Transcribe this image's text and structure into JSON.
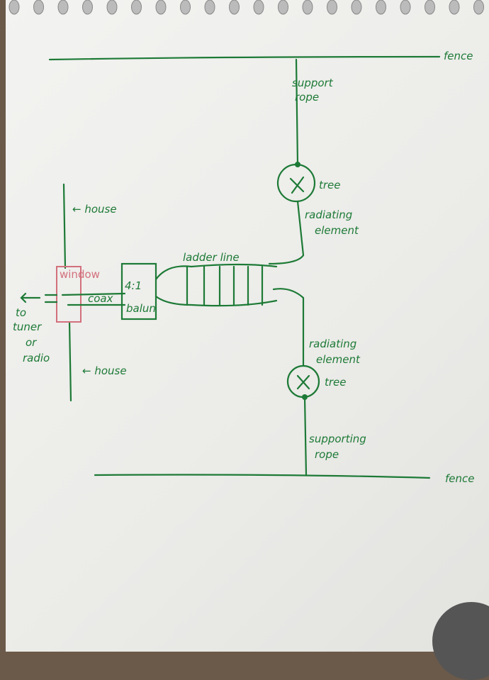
{
  "labels": {
    "fence_top": "fence",
    "support_rope_top": [
      "support",
      "rope"
    ],
    "tree_top": "tree",
    "radiating_element_top": [
      "radiating",
      "element"
    ],
    "house_top": "← house",
    "window": "window",
    "ladder_line": "ladder line",
    "balun": [
      "4:1",
      "balun"
    ],
    "coax": "coax",
    "to_tuner": [
      "to",
      "tuner",
      "or",
      "radio"
    ],
    "house_bottom": "← house",
    "radiating_element_bottom": [
      "radiating",
      "element"
    ],
    "tree_bottom": "tree",
    "supporting_rope_bottom": [
      "supporting",
      "rope"
    ],
    "fence_bottom": "fence"
  },
  "colors": {
    "ink": "#1d7a36",
    "window": "#d3707c"
  }
}
